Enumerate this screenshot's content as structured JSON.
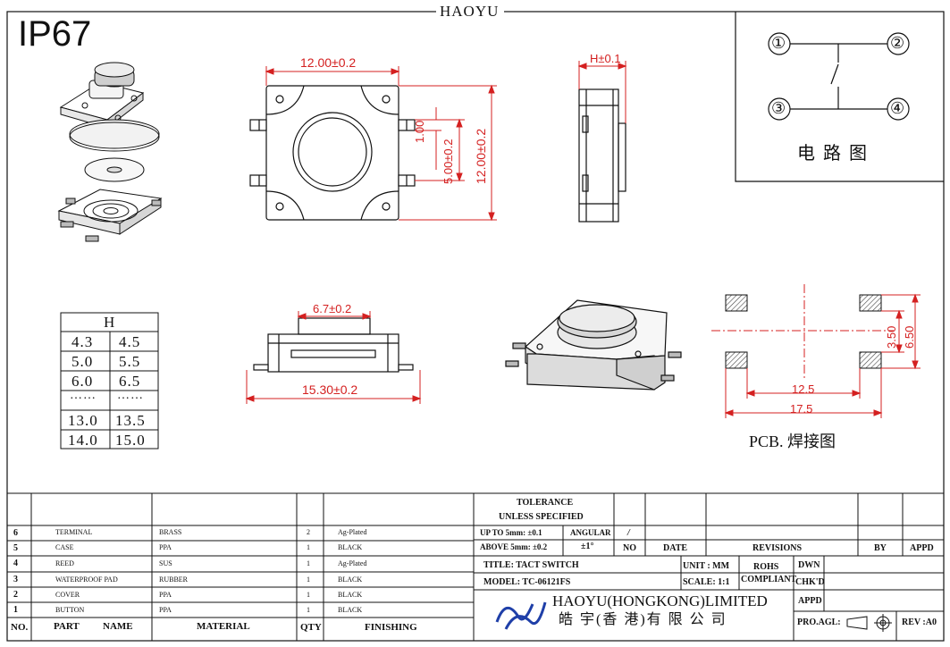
{
  "header": {
    "brand": "HAOYU",
    "rating": "IP67"
  },
  "dimensions": {
    "top_width": "12.00±0.2",
    "pin_pitch": "1.00",
    "pin_span": "5.00±0.2",
    "overall": "12.00±0.2",
    "side_h": "H±0.1",
    "front_top": "6.7±0.2",
    "front_width": "15.30±0.2"
  },
  "circuit": {
    "pins": [
      "①",
      "②",
      "③",
      "④"
    ],
    "label": "电 路 图"
  },
  "pcb": {
    "dim_3_50": "3.50",
    "dim_6_50": "6.50",
    "dim_12_5": "12.5",
    "dim_17_5": "17.5",
    "label": "PCB. 焊接图"
  },
  "h_table": {
    "header": "H",
    "rows": [
      [
        "4.3",
        "4.5"
      ],
      [
        "5.0",
        "5.5"
      ],
      [
        "6.0",
        "6.5"
      ],
      [
        "……",
        "……"
      ],
      [
        "13.0",
        "13.5"
      ],
      [
        "14.0",
        "15.0"
      ]
    ]
  },
  "bom": {
    "headers": {
      "no": "NO.",
      "part": "PART",
      "name": "NAME",
      "material": "MATERIAL",
      "qty": "QTY",
      "finishing": "FINISHING"
    },
    "rows": [
      {
        "no": "6",
        "part": "TERMINAL",
        "material": "BRASS",
        "qty": "2",
        "finishing": "Ag-Plated"
      },
      {
        "no": "5",
        "part": "CASE",
        "material": "PPA",
        "qty": "1",
        "finishing": "BLACK"
      },
      {
        "no": "4",
        "part": "REED",
        "material": "SUS",
        "qty": "1",
        "finishing": "Ag-Plated"
      },
      {
        "no": "3",
        "part": "WATERPROOF PAD",
        "material": "RUBBER",
        "qty": "1",
        "finishing": "BLACK"
      },
      {
        "no": "2",
        "part": "COVER",
        "material": "PPA",
        "qty": "1",
        "finishing": "BLACK"
      },
      {
        "no": "1",
        "part": "BUTTON",
        "material": "PPA",
        "qty": "1",
        "finishing": "BLACK"
      }
    ]
  },
  "title_block": {
    "tolerance": "TOLERANCE",
    "unless": "UNLESS   SPECIFIED",
    "up_to": "UP TO 5mm: ±0.1",
    "above": "ABOVE 5mm: ±0.2",
    "angular": "ANGULAR",
    "angular_val": "±1°",
    "angular_slash": "/",
    "no": "NO",
    "date": "DATE",
    "revisions": "REVISIONS",
    "by": "BY",
    "appd": "APPD",
    "title": "TITLE:  TACT SWITCH",
    "model": "MODEL:  TC-06121FS",
    "unit": "UNIT : MM",
    "scale": "SCALE:  1:1",
    "rohs": "ROHS",
    "compliant": "COMPLIANT",
    "dwn": "DWN",
    "chkd": "CHK'D",
    "appd2": "APPD",
    "company_en": "HAOYU(HONGKONG)LIMITED",
    "company_cn": "皓 宇(香 港)有 限 公 司",
    "proj": "PRO.AGL:",
    "rev": "REV :A0"
  },
  "colors": {
    "dimension": "#d42020",
    "line": "#111111",
    "hatch": "#555555"
  }
}
